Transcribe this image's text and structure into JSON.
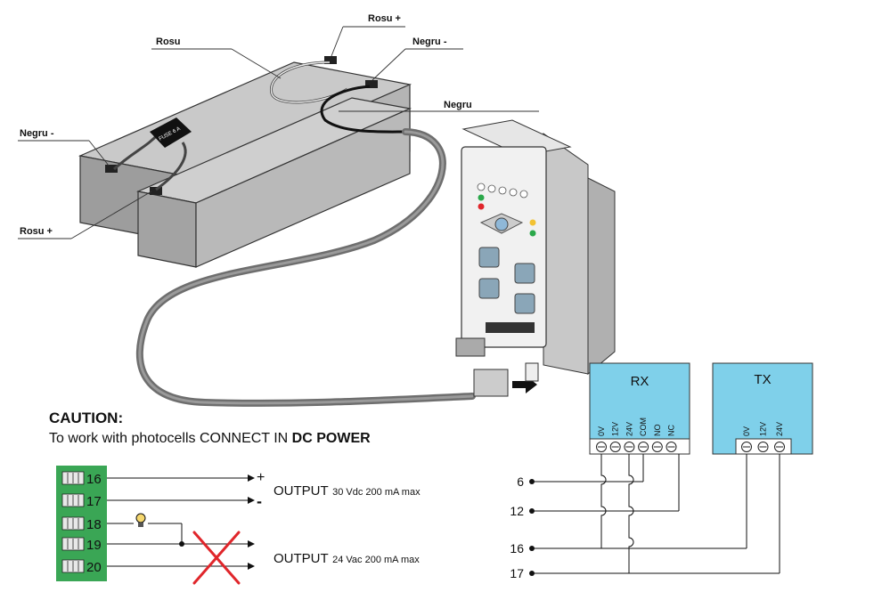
{
  "battery_labels": {
    "rosu_plus_top": "Rosu +",
    "rosu_top": "Rosu",
    "negru_minus_top": "Negru -",
    "negru_right": "Negru",
    "negru_minus_left": "Negru -",
    "rosu_plus_left": "Rosu +",
    "fuse": "FUSE 6 A"
  },
  "caution": {
    "title": "CAUTION:",
    "text_prefix": "To work with photocells CONNECT IN ",
    "text_bold": "DC POWER"
  },
  "terminal_block": {
    "color": "#3aa655",
    "terminals": [
      "16",
      "17",
      "18",
      "19",
      "20"
    ]
  },
  "outputs": {
    "plus": "+",
    "minus": "-",
    "dc_main": "OUTPUT",
    "dc_detail": "30 Vdc 200 mA max",
    "ac_main": "OUTPUT",
    "ac_detail": "24 Vac 200 mA max"
  },
  "rx": {
    "title": "RX",
    "color": "#7fd0ea",
    "pins": [
      "0V",
      "12V",
      "24V",
      "COM",
      "NO",
      "NC"
    ]
  },
  "tx": {
    "title": "TX",
    "color": "#7fd0ea",
    "pins": [
      "0V",
      "12V",
      "24V"
    ]
  },
  "bus_lines": [
    "6",
    "12",
    "16",
    "17"
  ],
  "colors": {
    "cross": "#e0262b",
    "cable": "#6e6e6e",
    "battery": "#a9a9a9"
  }
}
